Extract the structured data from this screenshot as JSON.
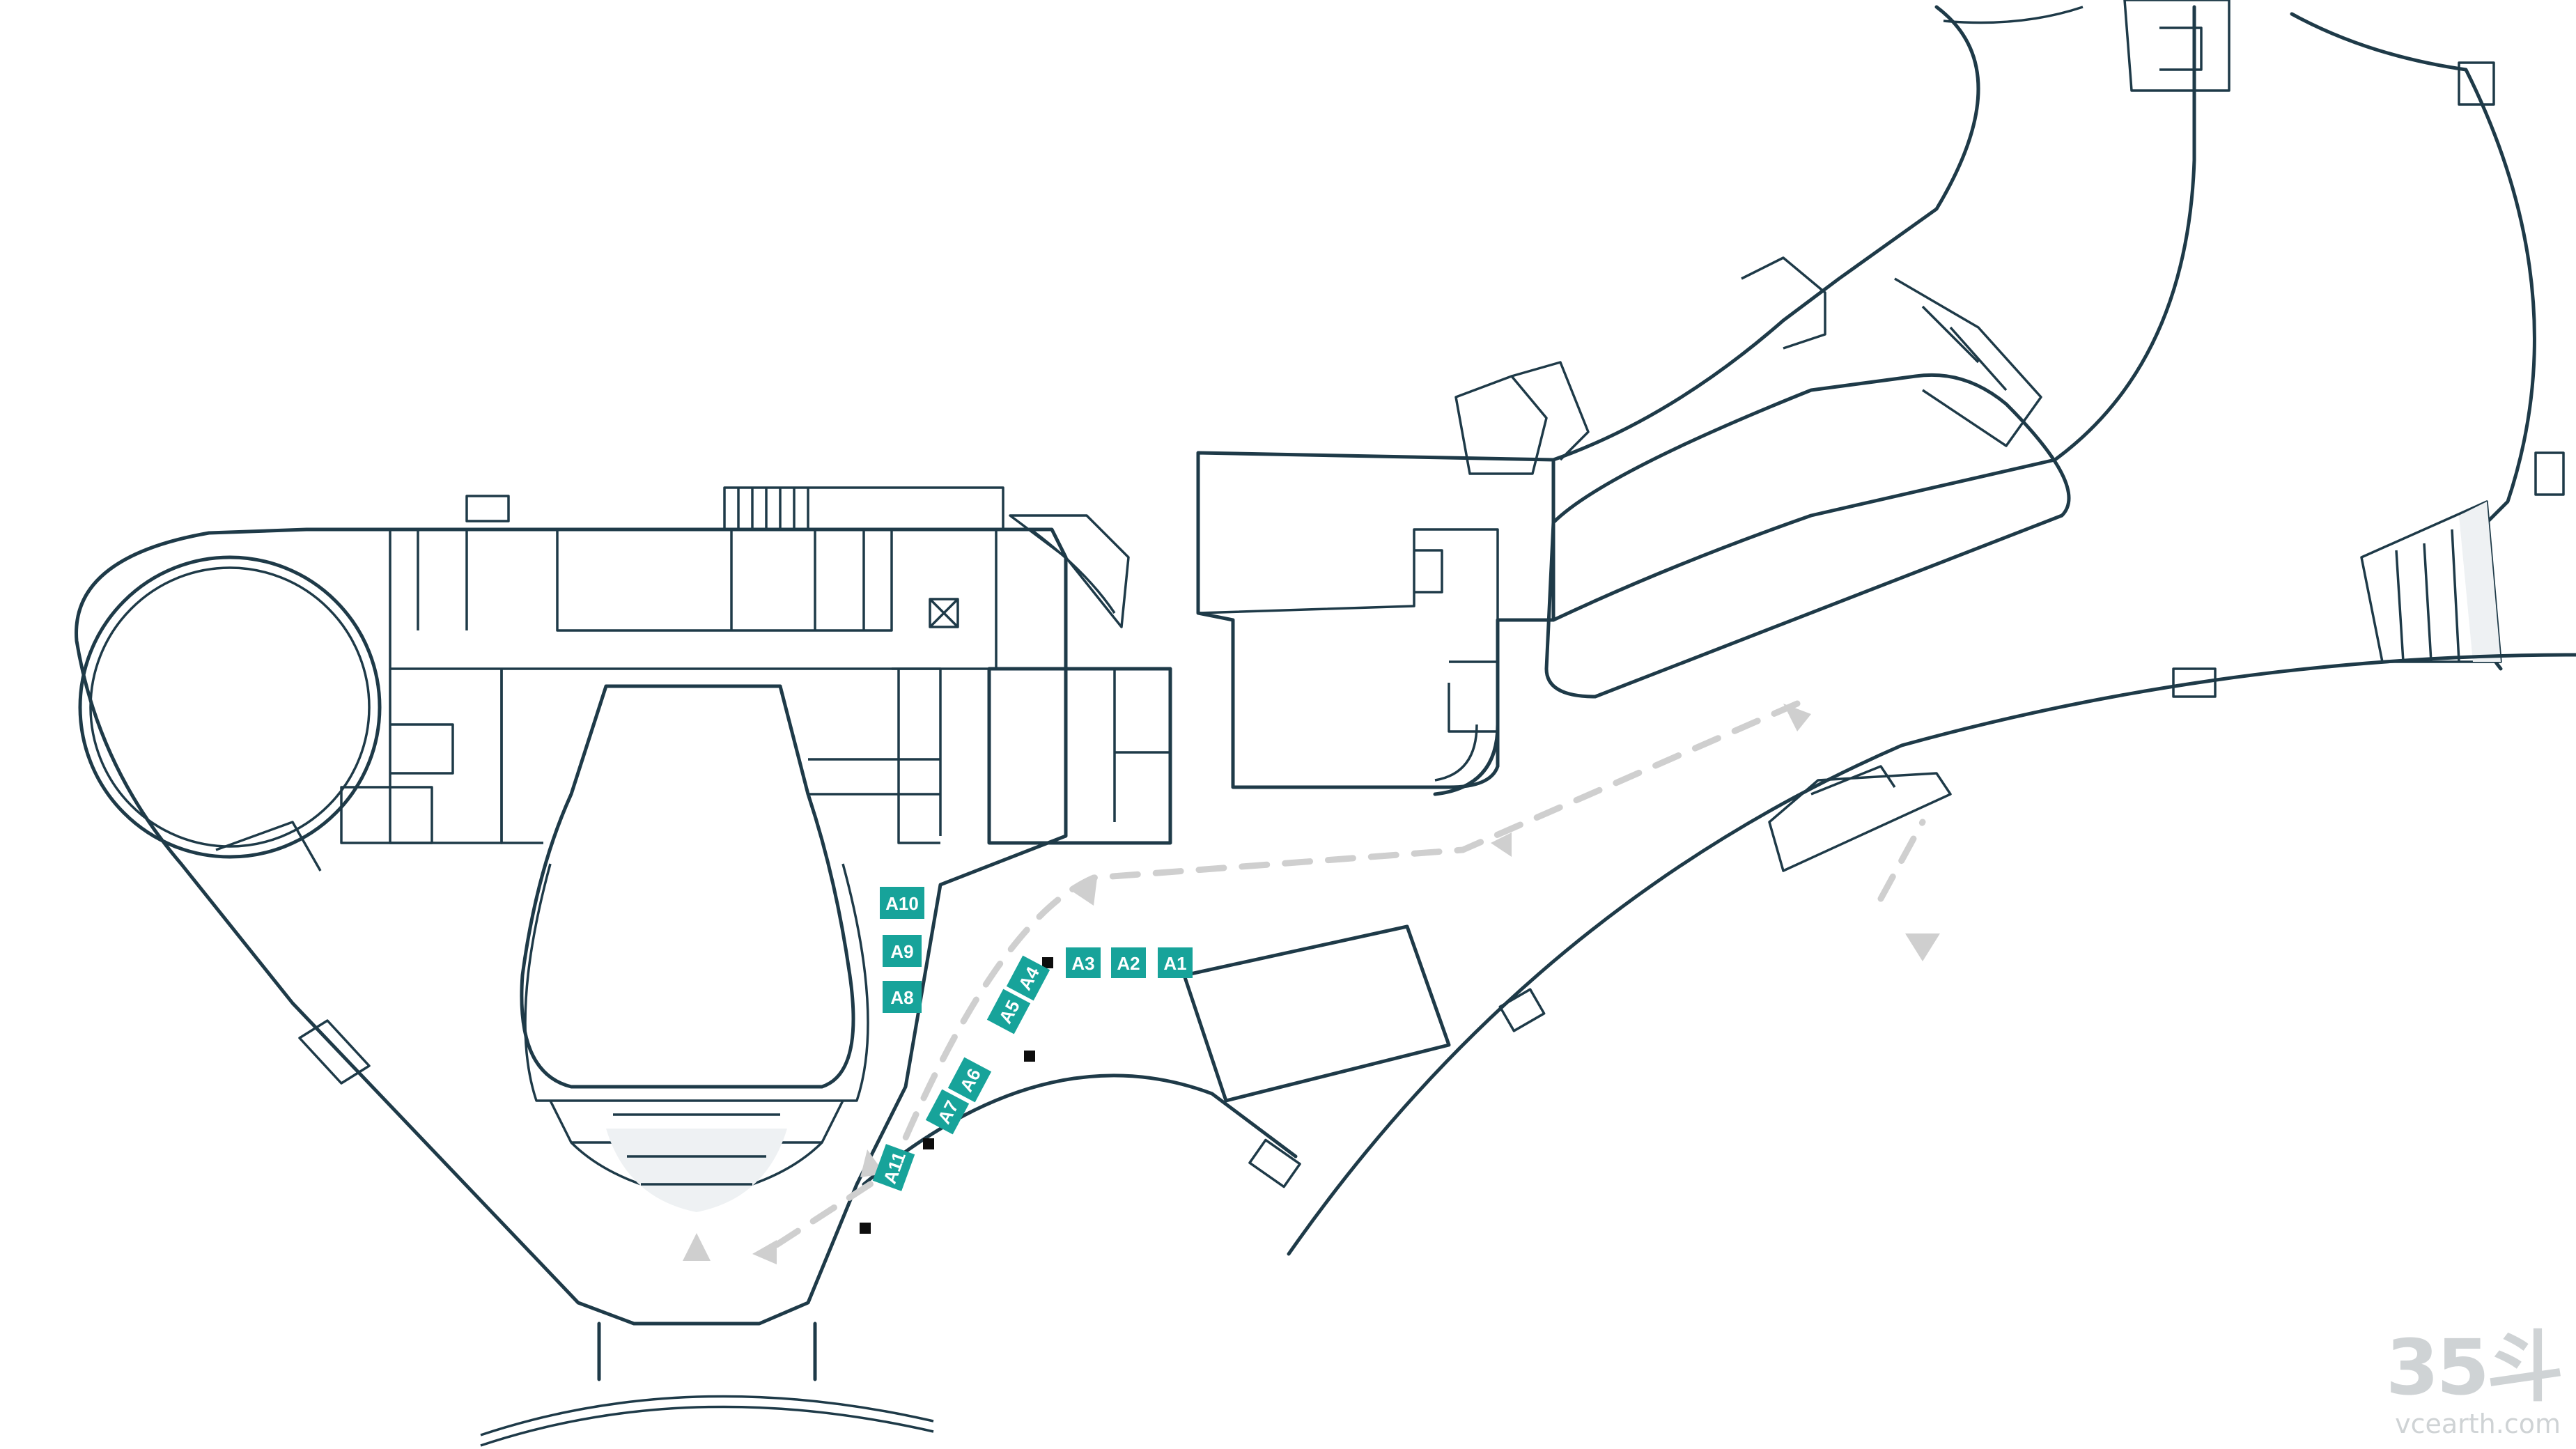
{
  "colors": {
    "walls": "#1e3a48",
    "booth": "#17a39a",
    "route": "#cfcfcf",
    "marker": "#0d0d0d",
    "watermark": "#cfd3d5"
  },
  "booths": [
    "A1",
    "A2",
    "A3",
    "A4",
    "A5",
    "A6",
    "A7",
    "A8",
    "A9",
    "A10",
    "A11"
  ],
  "watermark": {
    "logo": "35斗",
    "site": "vcearth.com"
  }
}
